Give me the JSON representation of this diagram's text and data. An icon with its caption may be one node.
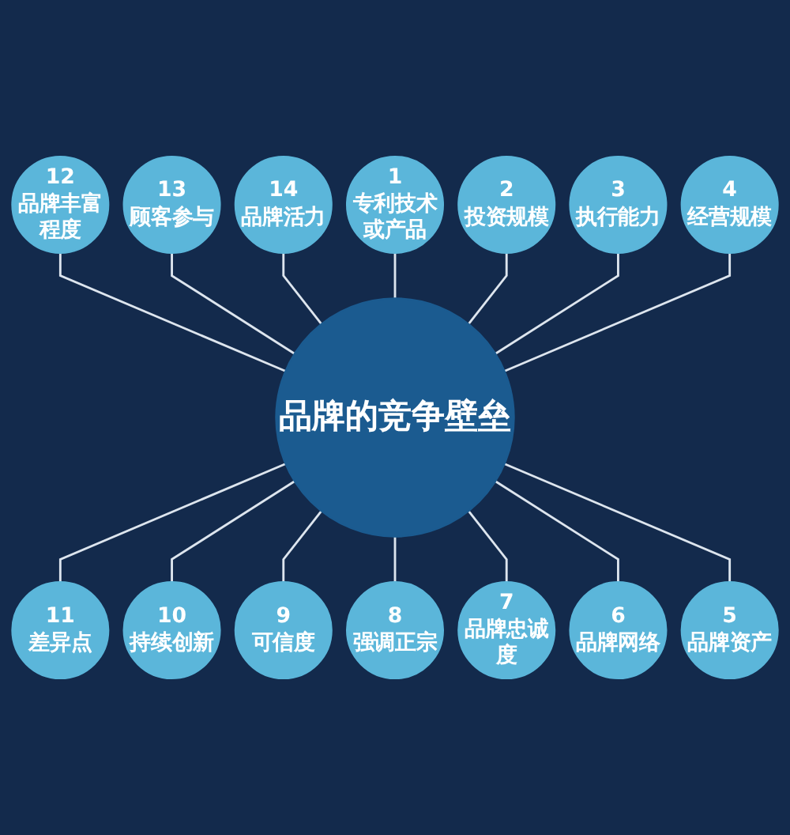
{
  "diagram": {
    "nodes": [
      {
        "text": [
          "品牌的竞争壁垒"
        ]
      },
      {
        "text": [
          "1",
          "专利技术或产品"
        ]
      },
      {
        "text": [
          "2",
          "投资规模"
        ]
      },
      {
        "text": [
          "3",
          "执行能力"
        ]
      },
      {
        "text": [
          "4",
          "经营规模"
        ]
      },
      {
        "text": [
          "5",
          "品牌资产"
        ]
      },
      {
        "text": [
          "6",
          "品牌网络"
        ]
      },
      {
        "text": [
          "7",
          "品牌忠诚度"
        ]
      },
      {
        "text": [
          "8",
          "强调正宗"
        ]
      },
      {
        "text": [
          "9",
          "可信度"
        ]
      },
      {
        "text": [
          "10",
          "持续创新"
        ]
      },
      {
        "text": [
          "11",
          "差异点"
        ]
      },
      {
        "text": [
          "12",
          "品牌丰富程度"
        ]
      },
      {
        "text": [
          "13",
          "顾客参与"
        ]
      },
      {
        "text": [
          "14",
          "品牌活力"
        ]
      }
    ],
    "edges": [
      {
        "from": 12,
        "to": 0,
        "arrow": "none"
      },
      {
        "from": 13,
        "to": 0,
        "arrow": "none"
      },
      {
        "from": 14,
        "to": 0,
        "arrow": "none"
      },
      {
        "from": 1,
        "to": 0,
        "arrow": "none"
      },
      {
        "from": 2,
        "to": 0,
        "arrow": "none"
      },
      {
        "from": 3,
        "to": 0,
        "arrow": "none"
      },
      {
        "from": 4,
        "to": 0,
        "arrow": "none"
      },
      {
        "from": 0,
        "to": 11,
        "arrow": "none"
      },
      {
        "from": 0,
        "to": 10,
        "arrow": "none"
      },
      {
        "from": 0,
        "to": 9,
        "arrow": "none"
      },
      {
        "from": 0,
        "to": 8,
        "arrow": "none"
      },
      {
        "from": 0,
        "to": 7,
        "arrow": "none"
      },
      {
        "from": 0,
        "to": 6,
        "arrow": "none"
      },
      {
        "from": 0,
        "to": 5,
        "arrow": "none"
      }
    ]
  }
}
